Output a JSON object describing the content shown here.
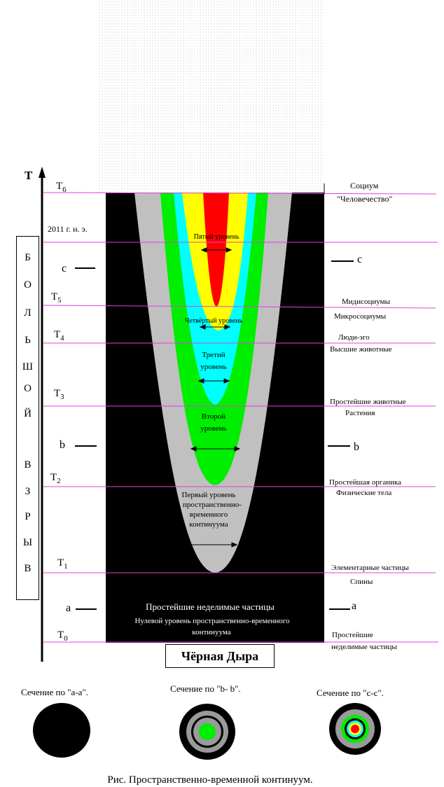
{
  "axis": {
    "symbol": "T",
    "ticks": [
      {
        "label": "T",
        "sub": "6"
      },
      {
        "label": "2011 г. н. э.",
        "sub": ""
      },
      {
        "label": "T",
        "sub": "5"
      },
      {
        "label": "T",
        "sub": "4"
      },
      {
        "label": "T",
        "sub": "3"
      },
      {
        "label": "T",
        "sub": "2"
      },
      {
        "label": "T",
        "sub": "1"
      },
      {
        "label": "T",
        "sub": "0"
      }
    ]
  },
  "section_markers": {
    "a": "a",
    "b": "b",
    "c": "c"
  },
  "big_bang_letters": [
    "Б",
    "О",
    "Л",
    "Ь",
    "Ш",
    "О",
    "Й",
    "",
    "В",
    "З",
    "Р",
    "Ы",
    "В"
  ],
  "levels": {
    "fifth": "Пятый уровень",
    "fourth": "Четвёртый уровень",
    "third_1": "Третий",
    "third_2": "уровень",
    "second_1": "Второй",
    "second_2": "уровень",
    "first_1": "Первый уровень",
    "first_2": "пространственно-",
    "first_3": "временного",
    "first_4": "континуума",
    "zero_1": "Простейшие неделимые частицы",
    "zero_2": "Нулевой уровень пространственно-временного",
    "zero_3": "континуума"
  },
  "right_labels": {
    "socium": "Социум",
    "humanity": "\"Человечество\"",
    "midisocium": "Мидисоциумы",
    "microsocium": "Микросоциумы",
    "people_ego": "Люди-эго",
    "higher_animals": "Высшие животные",
    "simple_animals": "Простейшие животные",
    "plants": "Растения",
    "simple_organic": "Простейшая органика",
    "physical_bodies": "Физические тела",
    "elementary_particles": "Элементарные частицы",
    "spins": "Спины",
    "simple_1": "Простейшие",
    "simple_2": "неделимые частицы"
  },
  "black_hole": "Чёрная Дыра",
  "sections": {
    "aa": "Сечение по \"а-а\".",
    "bb": "Сечение по \"b- b\".",
    "cc": "Сечение по \"с-с\"."
  },
  "caption": "Рис. Пространственно-временной континуум.",
  "colors": {
    "gray": "#c0c0c0",
    "green": "#00ee00",
    "cyan": "#00ffff",
    "yellow": "#ffff00",
    "red": "#ff0000",
    "guide": "#e040e0",
    "black": "#000000"
  }
}
